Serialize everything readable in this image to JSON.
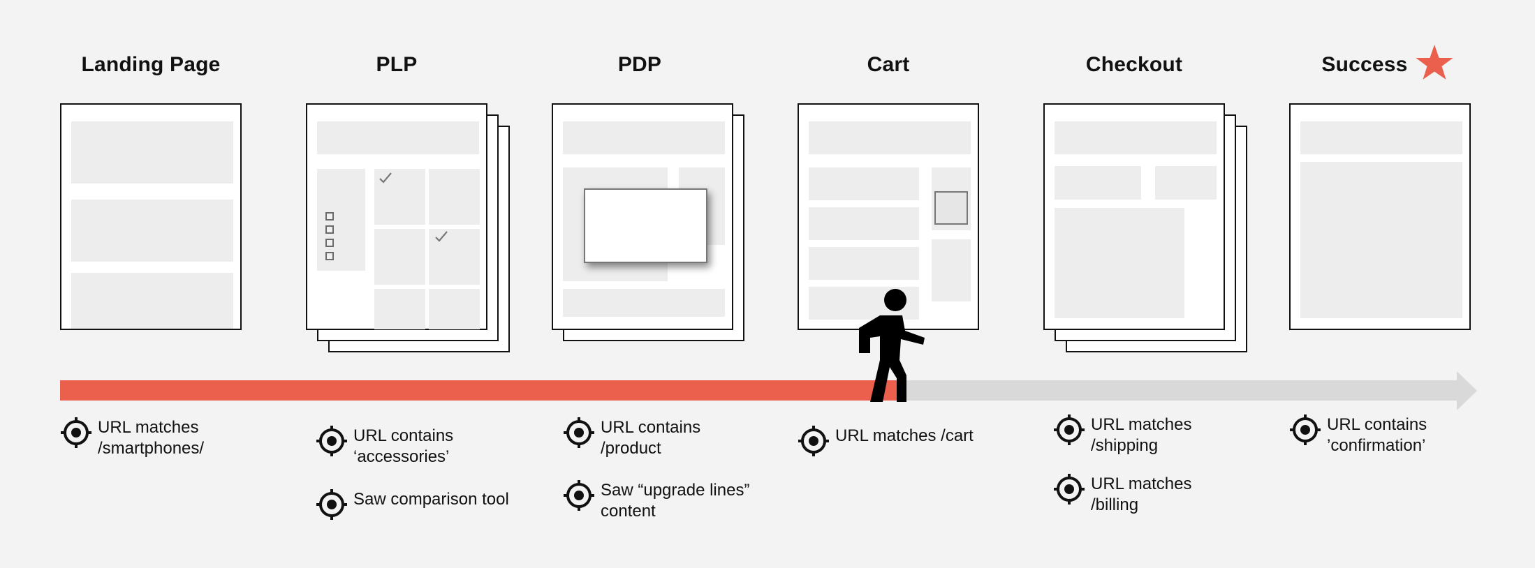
{
  "colors": {
    "progress_done": "#eb5f4d",
    "progress_remaining": "#d9d9d9",
    "goal_star": "#eb5f4d"
  },
  "stages": [
    {
      "title": "Landing Page",
      "criteria": [
        "URL matches\n/smartphones/"
      ]
    },
    {
      "title": "PLP",
      "criteria": [
        "URL contains\n‘accessories’",
        "Saw comparison tool"
      ]
    },
    {
      "title": "PDP",
      "criteria": [
        "URL contains\n/product",
        "Saw “upgrade lines”\ncontent"
      ]
    },
    {
      "title": "Cart",
      "criteria": [
        "URL matches /cart"
      ]
    },
    {
      "title": "Checkout",
      "criteria": [
        "URL matches\n/shipping",
        "URL matches\n/billing"
      ]
    },
    {
      "title": "Success",
      "criteria": [
        "URL contains\n’confirmation’"
      ]
    }
  ],
  "icons": {
    "criteria": "target-icon",
    "goal": "star-icon",
    "user": "walking-person-icon"
  },
  "progress": {
    "current_stage": "Cart",
    "completed_fraction": 0.59
  }
}
